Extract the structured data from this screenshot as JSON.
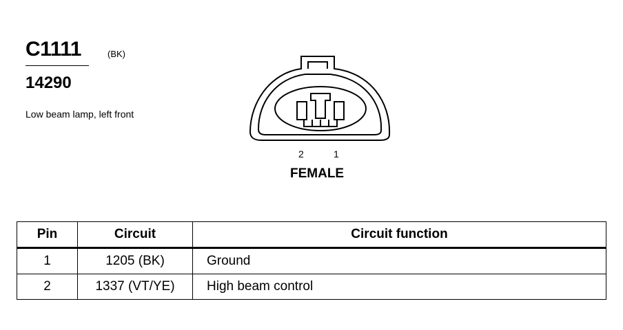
{
  "connector": {
    "id": "C1111",
    "color_code": "(BK)",
    "part_number": "14290",
    "description": "Low beam lamp, left front",
    "gender": "FEMALE",
    "pin_labels": [
      "2",
      "1"
    ]
  },
  "table": {
    "headers": [
      "Pin",
      "Circuit",
      "Circuit function"
    ],
    "rows": [
      {
        "pin": "1",
        "circuit": "1205 (BK)",
        "function": "Ground"
      },
      {
        "pin": "2",
        "circuit": "1337 (VT/YE)",
        "function": "High beam control"
      }
    ]
  }
}
